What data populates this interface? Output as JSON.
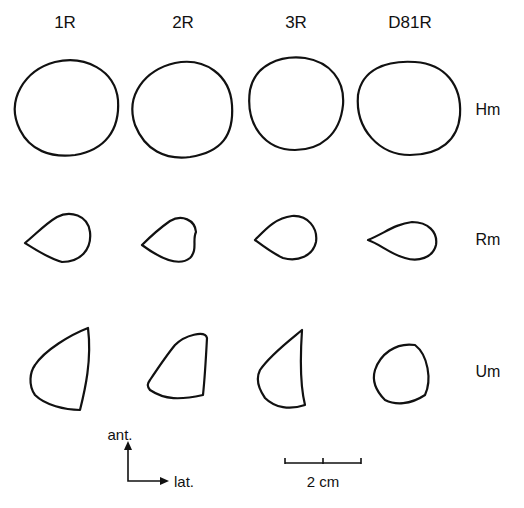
{
  "diagram": {
    "labels": [
      "1R",
      "2R",
      "3R",
      "D81R",
      "Hm",
      "Rm",
      "Um",
      "ant.",
      "lat.",
      "2 cm"
    ]
  }
}
